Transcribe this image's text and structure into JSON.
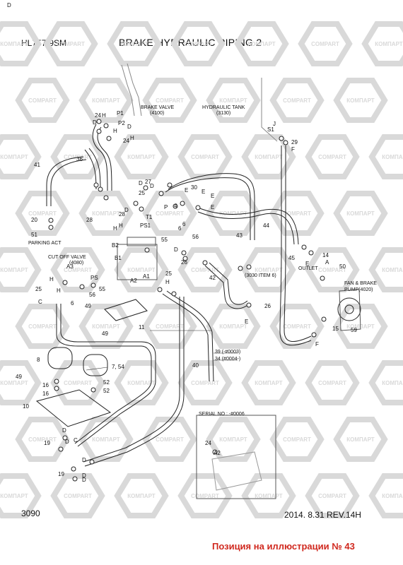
{
  "header": {
    "model": "HL757-9SM",
    "title": "BRAKE HYDRAULIC PIPING 2"
  },
  "footer": {
    "page_number": "3090",
    "date_revision": "2014. 8.31  REV.14H",
    "position_note": "Позиция на иллюстрации № 43"
  },
  "watermark": {
    "text_cyrillic": "КОМПАРТ",
    "text_latin": "COMPART",
    "color": "#d9d9d9"
  },
  "callouts": [
    {
      "text": "BRAKE VALVE"
    },
    {
      "text": "(4100)"
    },
    {
      "text": "HYDRAULIC TANK"
    },
    {
      "text": "(3130)"
    },
    {
      "text": "PARKING ACT"
    },
    {
      "text": "CUT OFF VALVE"
    },
    {
      "text": "(4080)"
    },
    {
      "text": "(3030 ITEM 6)"
    },
    {
      "text": "OUTLET"
    },
    {
      "text": "FAN & BRAKE"
    },
    {
      "text": "PUMP(4020)"
    },
    {
      "text": "39 (-#0003)"
    },
    {
      "text": "34 (#0004-)"
    },
    {
      "text": "SERIAL NO : -#0006"
    }
  ],
  "labels": [
    "24",
    "H",
    "D",
    "P1",
    "P2",
    "24",
    "H",
    "D",
    "H",
    "36",
    "41",
    "D",
    "27",
    "25",
    "D",
    "30",
    "E",
    "E",
    "E",
    "J",
    "S1",
    "29",
    "F",
    "D",
    "20",
    "51",
    "28",
    "28",
    "H",
    "H",
    "T1",
    "PS1",
    "4",
    "6",
    "P",
    "E",
    "6",
    "56",
    "43",
    "44",
    "B2",
    "B1",
    "55",
    "26",
    "D",
    "E",
    "14",
    "A",
    "45",
    "50",
    "A3",
    "A2",
    "A1",
    "PS",
    "H",
    "25",
    "H",
    "6",
    "56",
    "55",
    "25",
    "H",
    "42",
    "26",
    "E",
    "C",
    "49",
    "49",
    "11",
    "15",
    "59",
    "F",
    "8",
    "7, 54",
    "49",
    "52",
    "16",
    "52",
    "16",
    "10",
    "40",
    "D",
    "D",
    "19",
    "D",
    "19",
    "D",
    "24",
    "A2",
    "C",
    "D",
    "D"
  ]
}
